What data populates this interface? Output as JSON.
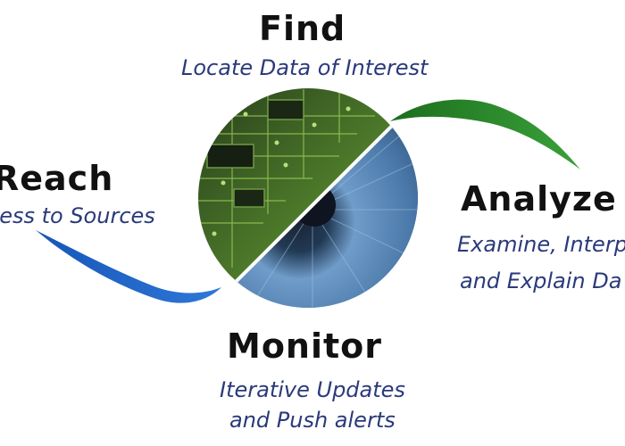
{
  "stages": {
    "find": {
      "title": "Find",
      "subtitle": "Locate Data of Interest"
    },
    "reach": {
      "title": "Reach",
      "subtitle": "cess to Sources"
    },
    "analyze": {
      "title": "Analyze",
      "subtitle_line1": "Examine, Interp",
      "subtitle_line2": "and Explain Da"
    },
    "monitor": {
      "title": "Monitor",
      "subtitle_line1": "Iterative Updates",
      "subtitle_line2": "and Push alerts"
    }
  },
  "colors": {
    "heading": "#111111",
    "subtitle": "#2a3a7a",
    "green_arc": "#2e8b2e",
    "blue_arc": "#1e63c8",
    "circuit": "#3f6b22",
    "iris": "#5b88b8"
  },
  "icons": {
    "center": "circuit-eye-icon"
  }
}
